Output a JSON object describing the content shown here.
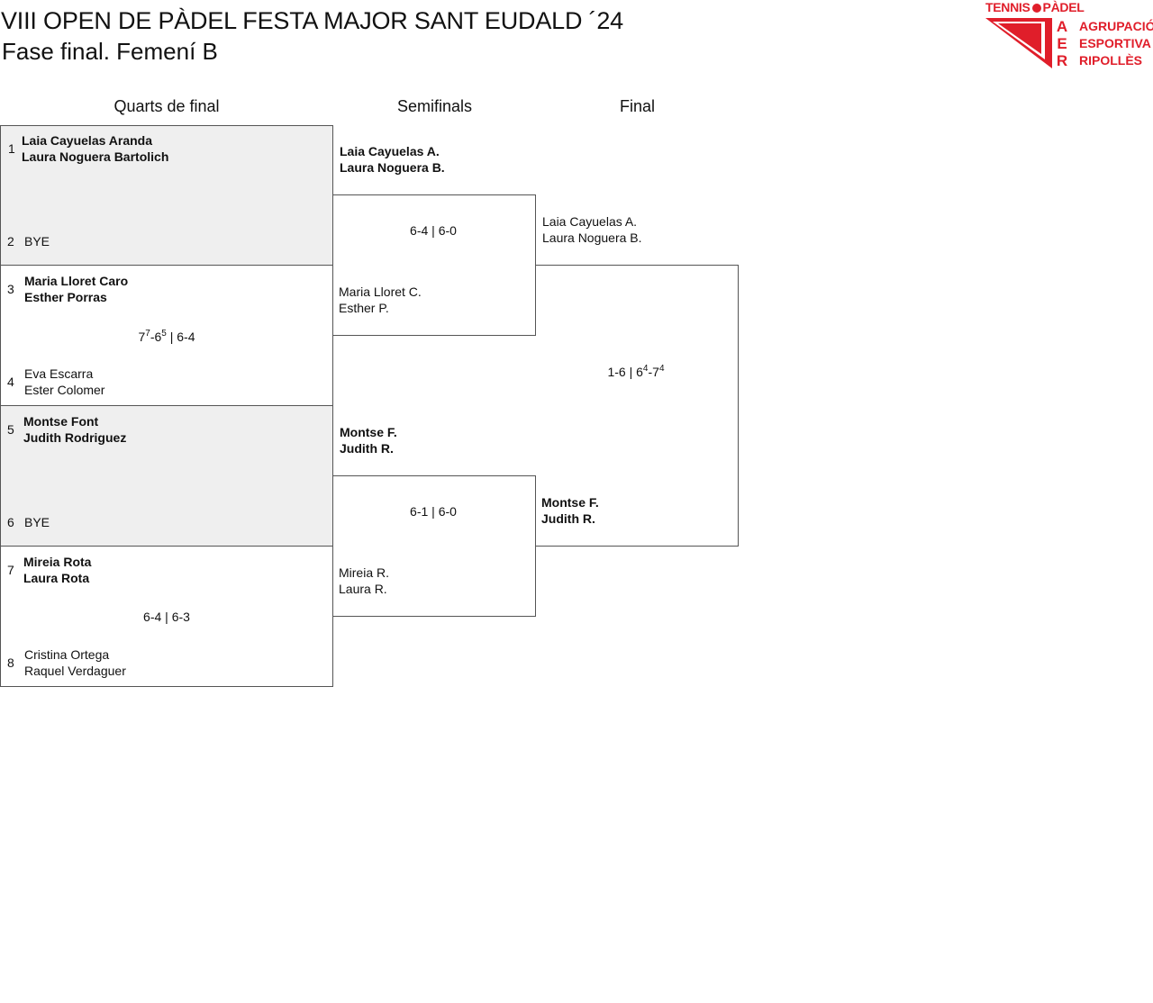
{
  "header": {
    "title": "VIII OPEN DE PÀDEL FESTA MAJOR SANT EUDALD ´24",
    "subtitle": "Fase final. Femení B"
  },
  "logo": {
    "top_left": "TENNIS",
    "top_right": "PÀDEL",
    "letters": [
      "A",
      "E",
      "R"
    ],
    "lines": [
      "AGRUPACIÓ",
      "ESPORTIVA",
      "RIPOLLÈS"
    ],
    "color": "#e01e2a"
  },
  "columns": {
    "quarters": "Quarts de final",
    "semis": "Semifinals",
    "final": "Final"
  },
  "quarters": [
    {
      "top_seed": "1",
      "top": [
        "Laia Cayuelas Aranda",
        "Laura Noguera Bartolich"
      ],
      "bottom_seed": "2",
      "bottom": [
        "BYE"
      ],
      "score": {
        "main": "",
        "sup1": "",
        "mid": "",
        "sup2": "",
        "rest": ""
      }
    },
    {
      "top_seed": "3",
      "top": [
        "Maria Lloret Caro",
        "Esther Porras"
      ],
      "bottom_seed": "4",
      "bottom": [
        "Eva Escarra",
        "Ester Colomer"
      ],
      "score": {
        "main": "7",
        "sup1": "7",
        "mid": "-6",
        "sup2": "5",
        "rest": " | 6-4"
      }
    },
    {
      "top_seed": "5",
      "top": [
        "Montse Font",
        "Judith Rodriguez"
      ],
      "bottom_seed": "6",
      "bottom": [
        "BYE"
      ],
      "score": {
        "main": "",
        "sup1": "",
        "mid": "",
        "sup2": "",
        "rest": ""
      }
    },
    {
      "top_seed": "7",
      "top": [
        "Mireia Rota",
        "Laura Rota"
      ],
      "bottom_seed": "8",
      "bottom": [
        "Cristina Ortega",
        "Raquel Verdaguer"
      ],
      "score": {
        "main": "6-4 | 6-3",
        "sup1": "",
        "mid": "",
        "sup2": "",
        "rest": ""
      }
    }
  ],
  "semis": [
    {
      "top": [
        "Laia Cayuelas A.",
        "Laura Noguera B."
      ],
      "bottom": [
        "Maria Lloret C.",
        "Esther P."
      ],
      "score": "6-4 | 6-0"
    },
    {
      "top": [
        "Montse F.",
        "Judith R."
      ],
      "bottom": [
        "Mireia R.",
        "Laura R."
      ],
      "score": "6-1 | 6-0"
    }
  ],
  "final": {
    "top": [
      "Laia Cayuelas A.",
      "Laura Noguera B."
    ],
    "bottom": [
      "Montse F.",
      "Judith R."
    ],
    "score": {
      "main": "1-6 | 6",
      "sup1": "4",
      "mid": "-7",
      "sup2": "4"
    }
  }
}
